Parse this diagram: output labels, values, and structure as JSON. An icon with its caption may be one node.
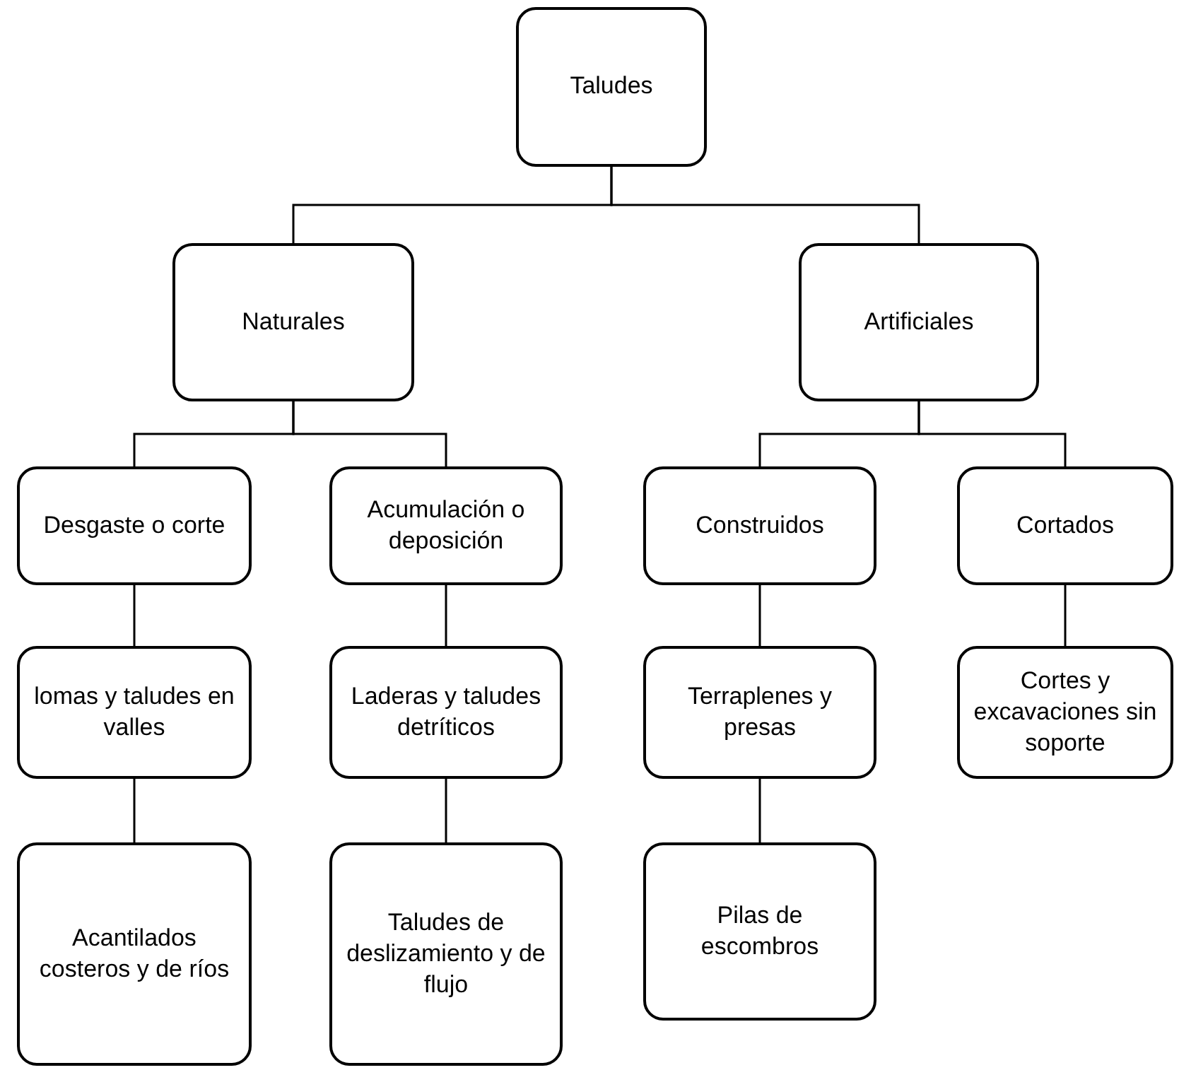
{
  "diagram": {
    "nodes": [
      {
        "text": [
          "Taludes"
        ]
      },
      {
        "text": [
          "Naturales"
        ]
      },
      {
        "text": [
          "Artificiales"
        ]
      },
      {
        "text": [
          "Desgaste o corte"
        ]
      },
      {
        "text": [
          "Acumulación o deposición"
        ]
      },
      {
        "text": [
          "Construidos"
        ]
      },
      {
        "text": [
          "Cortados"
        ]
      },
      {
        "text": [
          "lomas y taludes en valles"
        ]
      },
      {
        "text": [
          "Laderas y taludes detríticos"
        ]
      },
      {
        "text": [
          "Terraplenes y presas"
        ]
      },
      {
        "text": [
          "Cortes y excavaciones sin soporte"
        ]
      },
      {
        "text": [
          "Acantilados costeros y de ríos"
        ]
      },
      {
        "text": [
          "Taludes de deslizamiento y de flujo"
        ]
      },
      {
        "text": [
          "Pilas de escombros"
        ]
      }
    ],
    "edges": [
      {
        "from": 0,
        "to": 1,
        "arrow": "none"
      },
      {
        "from": 0,
        "to": 2,
        "arrow": "none"
      },
      {
        "from": 1,
        "to": 3,
        "arrow": "none"
      },
      {
        "from": 1,
        "to": 4,
        "arrow": "none"
      },
      {
        "from": 2,
        "to": 5,
        "arrow": "none"
      },
      {
        "from": 2,
        "to": 6,
        "arrow": "none"
      },
      {
        "from": 3,
        "to": 7,
        "arrow": "none"
      },
      {
        "from": 4,
        "to": 8,
        "arrow": "none"
      },
      {
        "from": 5,
        "to": 9,
        "arrow": "none"
      },
      {
        "from": 6,
        "to": 10,
        "arrow": "none"
      },
      {
        "from": 7,
        "to": 11,
        "arrow": "none"
      },
      {
        "from": 8,
        "to": 12,
        "arrow": "none"
      },
      {
        "from": 9,
        "to": 13,
        "arrow": "none"
      }
    ]
  }
}
